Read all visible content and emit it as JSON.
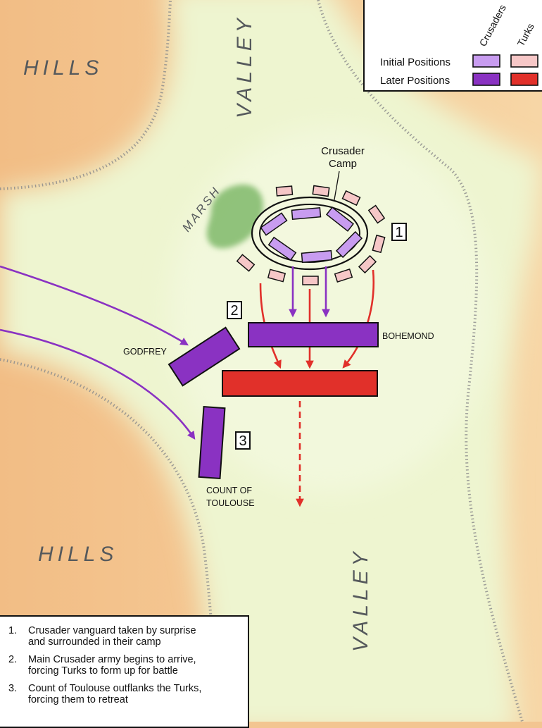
{
  "terrain_labels": {
    "hills_top": "HILLS",
    "hills_bottom": "HILLS",
    "valley_top": "VALLEY",
    "valley_bottom": "VALLEY",
    "marsh": "MARSH"
  },
  "camp_label": [
    "Crusader",
    "Camp"
  ],
  "units": {
    "godfrey": "GODFREY",
    "bohemond": "BOHEMOND",
    "toulouse_line1": "COUNT OF",
    "toulouse_line2": "TOULOUSE"
  },
  "markers": [
    "1",
    "2",
    "3"
  ],
  "legend": {
    "col_crusaders": "Crusaders",
    "col_turks": "Turks",
    "row_initial": "Initial Positions",
    "row_later": "Later Positions"
  },
  "notes": [
    {
      "num": "1.",
      "text": [
        "Crusader vanguard taken by surprise",
        "and surrounded in their camp"
      ]
    },
    {
      "num": "2.",
      "text": [
        "Main Crusader army begins to arrive,",
        "forcing Turks to form up for battle"
      ]
    },
    {
      "num": "3.",
      "text": [
        "Count of Toulouse outflanks the Turks,",
        "forcing them to retreat"
      ]
    }
  ],
  "colors": {
    "crusader_initial": "#c89cf0",
    "crusader_later": "#8a32c2",
    "turk_initial": "#f6c7c7",
    "turk_later": "#e1302a",
    "valley": "#eef6d2",
    "hills": "#f3c591",
    "marsh": "#7fb86a"
  }
}
